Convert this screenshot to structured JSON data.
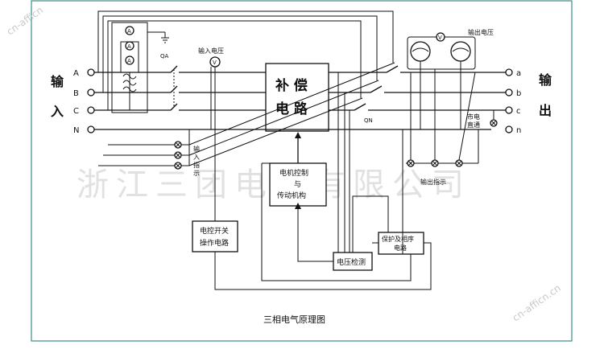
{
  "diagram": {
    "caption": "三相电气原理图",
    "watermark": "浙江三团电器有限公司",
    "corner_watermark_left": "cn-afficn",
    "corner_watermark_right": "cn-afficn.cn",
    "side_labels": {
      "input_1": "输",
      "input_2": "入",
      "output_1": "输",
      "output_2": "出"
    },
    "input_terminals": [
      "A",
      "B",
      "C",
      "N"
    ],
    "output_terminals": [
      "a",
      "b",
      "c",
      "n"
    ],
    "breaker_in": "QA",
    "breaker_out": "QN",
    "input_voltage": "输入电压",
    "output_voltage": "输出电压",
    "compensation_1": "补  偿",
    "compensation_2": "电  路",
    "motor_1": "电机控制",
    "motor_2": "与",
    "motor_3": "传动机构",
    "switch_1": "电控开关",
    "switch_2": "操作电路",
    "detect": "电压检测",
    "protect_1": "保护及相序",
    "protect_2": "电路",
    "input_indicator_1": "输",
    "input_indicator_2": "入",
    "input_indicator_3": "指",
    "input_indicator_4": "示",
    "output_indicator": "输出指示",
    "mains_1": "市电",
    "mains_2": "直通",
    "meter_symbol": "V",
    "ammeter_symbol": "A"
  }
}
